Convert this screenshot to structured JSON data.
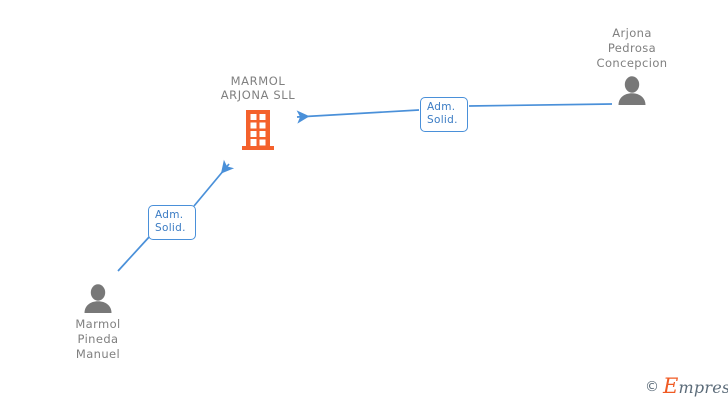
{
  "diagram": {
    "background_color": "#ffffff",
    "company": {
      "name": "MARMOL\nARJONA SLL",
      "icon": "office-building-icon",
      "icon_color": "#f4612c"
    },
    "people": [
      {
        "id": "arjona-pedrosa-concepcion",
        "name": "Arjona\nPedrosa\nConcepcion",
        "icon": "person-silhouette-icon",
        "icon_color": "#787878",
        "position": "top-right"
      },
      {
        "id": "marmol-pineda-manuel",
        "name": "Marmol\nPineda\nManuel",
        "icon": "person-silhouette-icon",
        "icon_color": "#787878",
        "position": "bottom-left"
      }
    ],
    "relations": [
      {
        "id": "relation-arjona-pedrosa-concepcion",
        "label": "Adm.\nSolid.",
        "from": "arjona-pedrosa-concepcion",
        "to": "company",
        "color": "#4a90d9"
      },
      {
        "id": "relation-marmol-pineda-manuel",
        "label": "Adm.\nSolid.",
        "from": "marmol-pineda-manuel",
        "to": "company",
        "color": "#4a90d9"
      }
    ]
  },
  "watermark": {
    "copyright": "©",
    "brand_initial": "E",
    "brand_rest": "mpresia",
    "initial_color": "#f05a23",
    "text_color": "#5b6b79"
  }
}
